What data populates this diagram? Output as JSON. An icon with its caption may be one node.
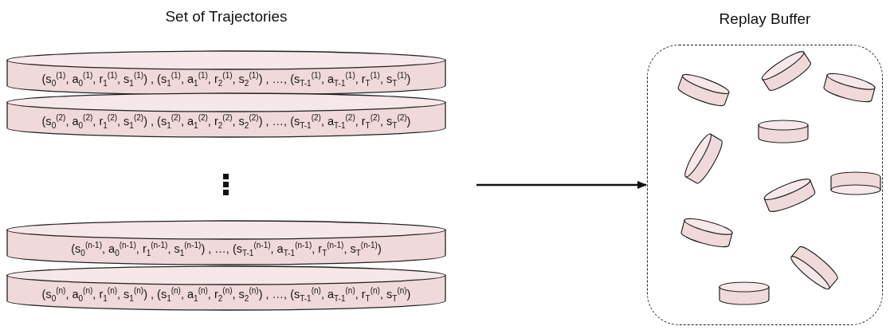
{
  "diagram": {
    "nodes": [
      {
        "text": [
          "(s$_{0}$$^{(1)}$, a$_{0}$$^{(1)}$, r$_{1}$$^{(1)}$, s$_{1}$$^{(1)}$) , (s$_{1}$$^{(1)}$, a$_{1}$$^{(1)}$, r$_{2}$$^{(1)}$, s$_{2}$$^{(1)}$) , …, (s$_{T-1}$$^{(1)}$, a$_{T-1}$$^{(1)}$, r$_{T}$$^{(1)}$, s$_{T}$$^{(1)}$)"
        ]
      },
      {
        "text": [
          "(s$_{0}$$^{(2)}$, a$_{0}$$^{(2)}$, r$_{1}$$^{(2)}$, s$_{1}$$^{(2)}$) , (s$_{1}$$^{(2)}$, a$_{1}$$^{(2)}$, r$_{2}$$^{(2)}$, s$_{2}$$^{(2)}$) , …, (s$_{T-1}$$^{(2)}$, a$_{T-1}$$^{(2)}$, r$_{T}$$^{(2)}$, s$_{T}$$^{(2)}$)"
        ]
      },
      {
        "text": [
          "(s$_{0}$$^{(n-1)}$, a$_{0}$$^{(n-1)}$, r$_{1}$$^{(n-1)}$, s$_{1}$$^{(n-1)}$) , …, (s$_{T-1}$$^{(n-1)}$, a$_{T-1}$$^{(n-1)}$, r$_{T}$$^{(n-1)}$, s$_{T}$$^{(n-1)}$)"
        ]
      },
      {
        "text": [
          "(s$_{0}$$^{(n)}$, a$_{0}$$^{(n)}$, r$_{1}$$^{(n)}$, s$_{1}$$^{(n)}$) , (s$_{1}$$^{(n)}$, a$_{1}$$^{(n)}$, r$_{2}$$^{(n)}$, s$_{2}$$^{(n)}$) , …, (s$_{T-1}$$^{(n)}$, a$_{T-1}$$^{(n)}$, r$_{T}$$^{(n)}$, s$_{T}$$^{(n)}$)"
        ]
      },
      {
        "text": [
          "Replay Buffer"
        ]
      },
      {
        "text": [],
        "shape": "cylinder",
        "in": 4
      },
      {
        "text": [],
        "shape": "cylinder",
        "in": 4
      },
      {
        "text": [],
        "shape": "cylinder",
        "in": 4
      },
      {
        "text": [],
        "shape": "cylinder",
        "in": 4
      },
      {
        "text": [],
        "shape": "cylinder",
        "in": 4
      },
      {
        "text": [],
        "shape": "cylinder",
        "in": 4
      },
      {
        "text": [],
        "shape": "cylinder",
        "in": 4
      },
      {
        "text": [],
        "shape": "cylinder",
        "in": 4
      },
      {
        "text": [],
        "shape": "cylinder",
        "in": 4
      },
      {
        "text": [],
        "shape": "cylinder",
        "in": 4
      }
    ],
    "edges": [
      {
        "from": null,
        "to": 4,
        "arrow": "to"
      }
    ],
    "labels": [
      "Set of Trajectories"
    ]
  }
}
